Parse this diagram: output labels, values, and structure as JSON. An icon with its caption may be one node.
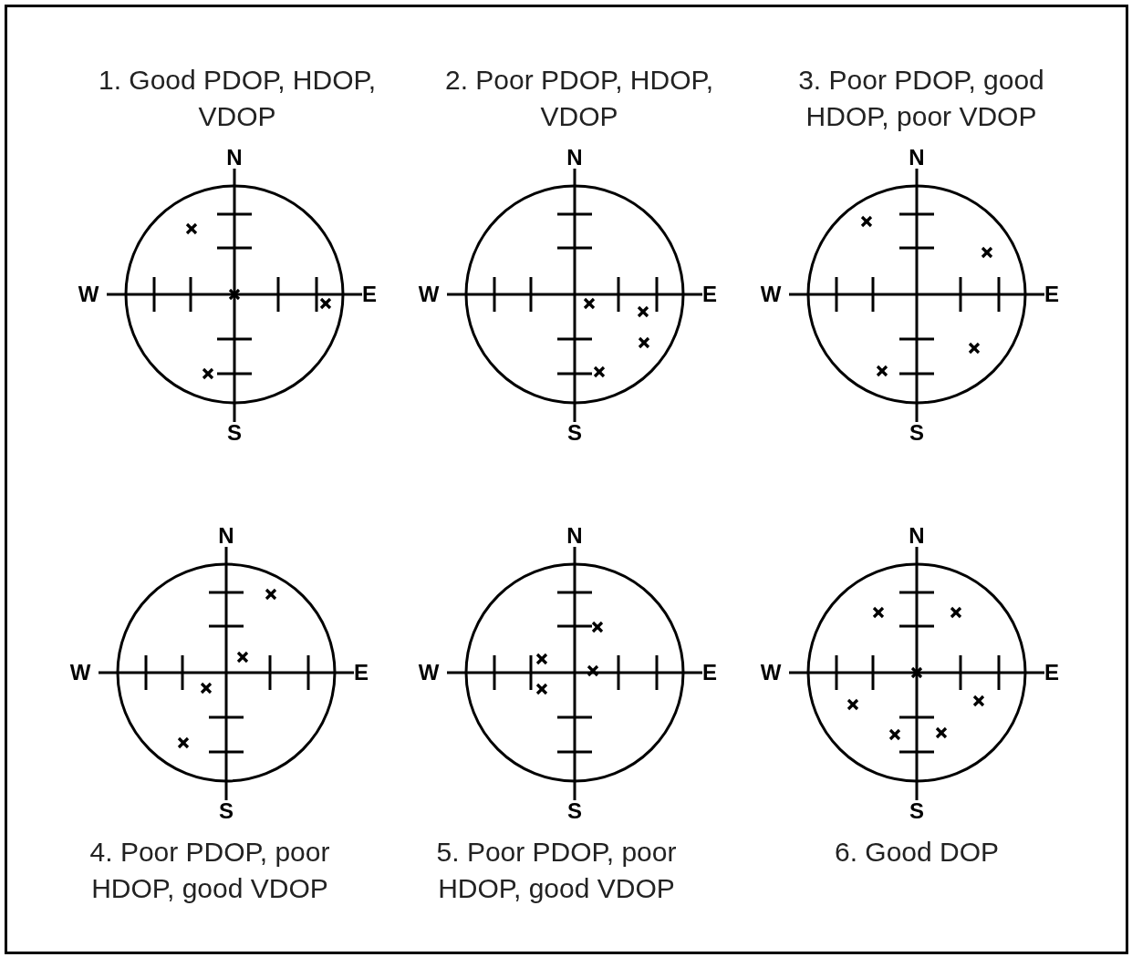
{
  "diagram": {
    "labels": [
      "1. Good PDOP, HDOP, VDOP",
      "N",
      "W",
      "E",
      "S",
      "2. Poor PDOP, HDOP, VDOP",
      "N",
      "W",
      "E",
      "S",
      "3. Poor PDOP, good HDOP, poor VDOP",
      "N",
      "W",
      "E",
      "S",
      "4. Poor PDOP, poor HDOP, good VDOP",
      "N",
      "W",
      "E",
      "S",
      "5. Poor PDOP, poor HDOP, good VDOP",
      "N",
      "W",
      "E",
      "S",
      "6. Good DOP",
      "N",
      "W",
      "E",
      "S"
    ]
  }
}
